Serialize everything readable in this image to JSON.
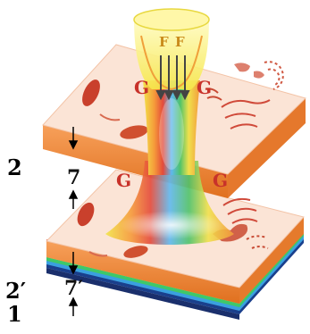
{
  "labels": {
    "layer_2": "2",
    "layer_2_prime": "2′",
    "layer_1": "1",
    "thickness_top": "7",
    "thickness_bottom": "7′"
  },
  "markers": {
    "g": "G",
    "f": "F"
  },
  "colors": {
    "slab_orange": "#f08a3c",
    "slab_top_face": "#fbe6da",
    "organelle_red": "#c9402c",
    "g_letter": "#c8322a",
    "f_letter": "#f2d64a",
    "funnel_yellow": "#f6ec5a"
  }
}
